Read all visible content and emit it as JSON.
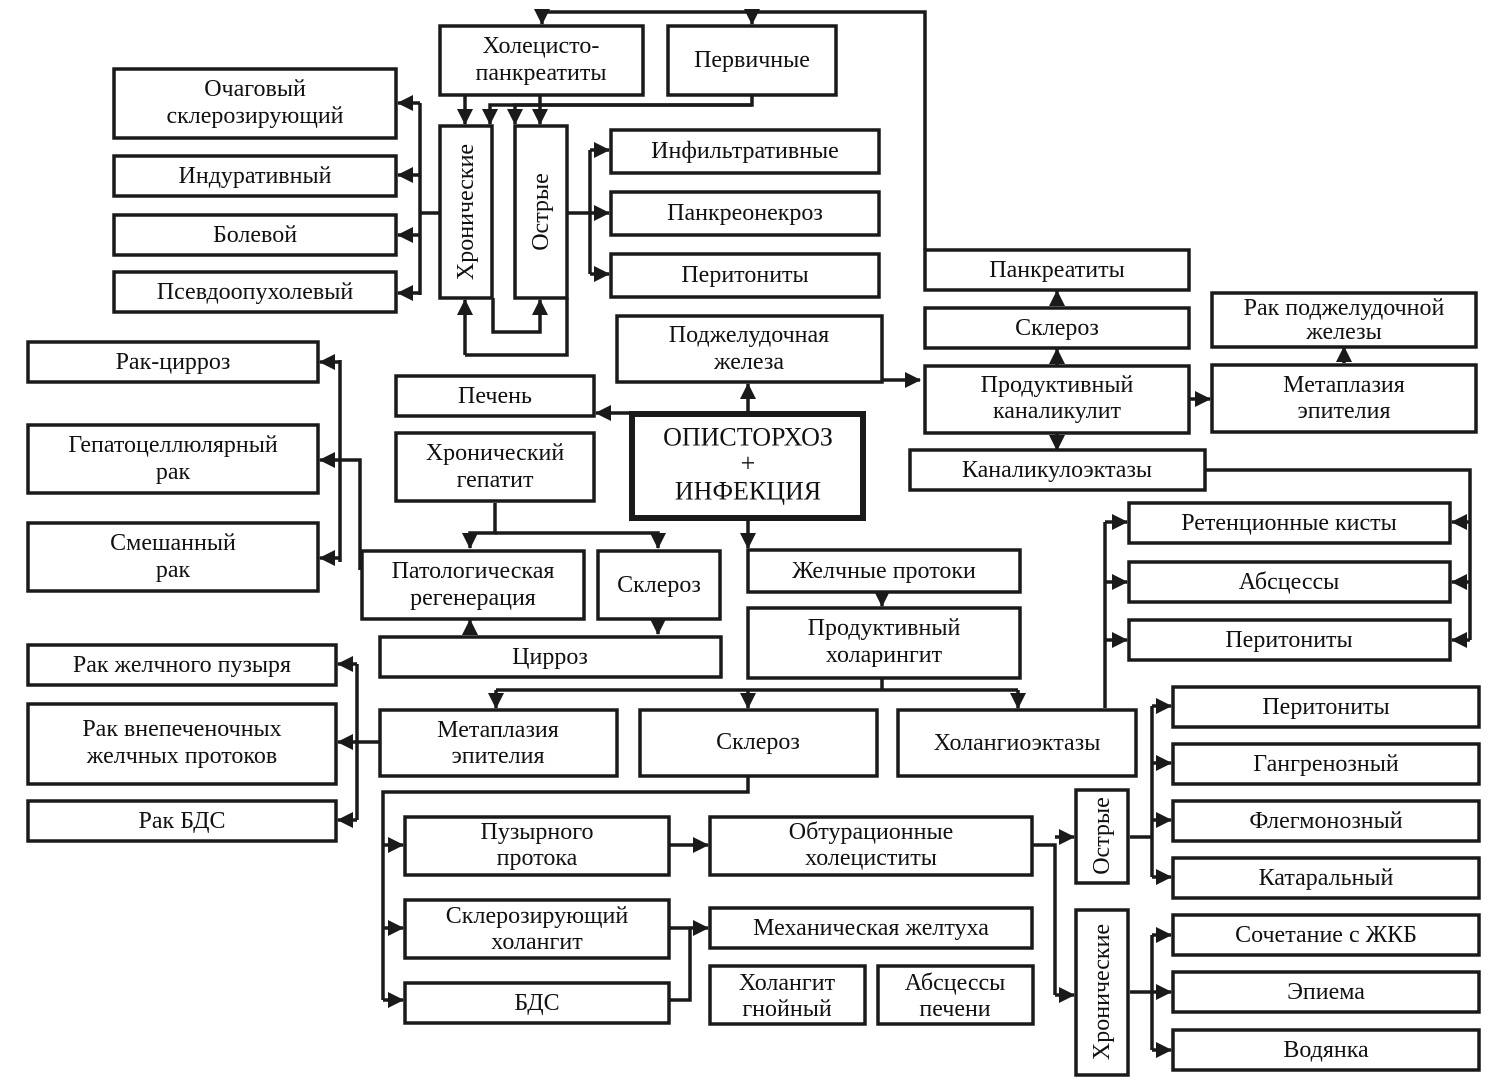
{
  "center": {
    "line1": "ОПИСТОРХОЗ",
    "line2": "+",
    "line3": "ИНФЕКЦИЯ"
  },
  "pancreas": {
    "title_l1": "Поджелудочная",
    "title_l2": "железа",
    "cholecysto_l1": "Холецисто-",
    "cholecysto_l2": "панкреатиты",
    "primary": "Первичные",
    "chronic": "Хронические",
    "acute": "Острые",
    "chronic_forms": [
      "Очаговый",
      "склерозирующий",
      "Индуративный",
      "Болевой",
      "Псевдоопухолевый"
    ],
    "acute_forms": [
      "Инфильтративные",
      "Панкреонекроз",
      "Перитониты"
    ],
    "pancreatitis": "Панкреатиты",
    "sclerosis": "Склероз",
    "canaliculitis_l1": "Продуктивный",
    "canaliculitis_l2": "каналикулит",
    "cancer_l1": "Рак поджелудочной",
    "cancer_l2": "железы",
    "metaplasia_l1": "Метаплазия",
    "metaplasia_l2": "эпителия",
    "ectasia": "Каналикулоэктазы",
    "complications": [
      "Ретенционные кисты",
      "Абсцессы",
      "Перитониты"
    ]
  },
  "liver": {
    "title": "Печень",
    "hepatitis_l1": "Хронический",
    "hepatitis_l2": "гепатит",
    "regen_l1": "Патологическая",
    "regen_l2": "регенерация",
    "sclerosis": "Склероз",
    "cirrhosis": "Цирроз",
    "cancer_cirrhosis": "Рак-цирроз",
    "hcc_l1": "Гепатоцеллюлярный",
    "hcc_l2": "рак",
    "mixed_l1": "Смешанный",
    "mixed_l2": "рак"
  },
  "bile": {
    "ducts": "Желчные протоки",
    "cholangitis_l1": "Продуктивный",
    "cholangitis_l2": "холарингит",
    "metaplasia_l1": "Метаплазия",
    "metaplasia_l2": "эпителия",
    "sclerosis": "Склероз",
    "cholangioectasia": "Холангиоэктазы",
    "gb_cancer": "Рак желчного пузыря",
    "extrahep_l1": "Рак внепеченочных",
    "extrahep_l2": "желчных протоков",
    "bds_cancer": "Рак БДС",
    "cystic_l1": "Пузырного",
    "cystic_l2": "протока",
    "sclerosing_l1": "Склерозирующий",
    "sclerosing_l2": "холангит",
    "bds": "БДС",
    "obturation_l1": "Обтурационные",
    "obturation_l2": "холециститы",
    "jaundice": "Механическая желтуха",
    "purulent_l1": "Холангит",
    "purulent_l2": "гнойный",
    "liver_abscess_l1": "Абсцессы",
    "liver_abscess_l2": "печени",
    "acute": "Острые",
    "chronic": "Хронические",
    "acute_forms": [
      "Перитониты",
      "Гангренозный",
      "Флегмонозный",
      "Катаральный"
    ],
    "chronic_forms": [
      "Сочетание с ЖКБ",
      "Эпиема",
      "Водянка"
    ]
  }
}
